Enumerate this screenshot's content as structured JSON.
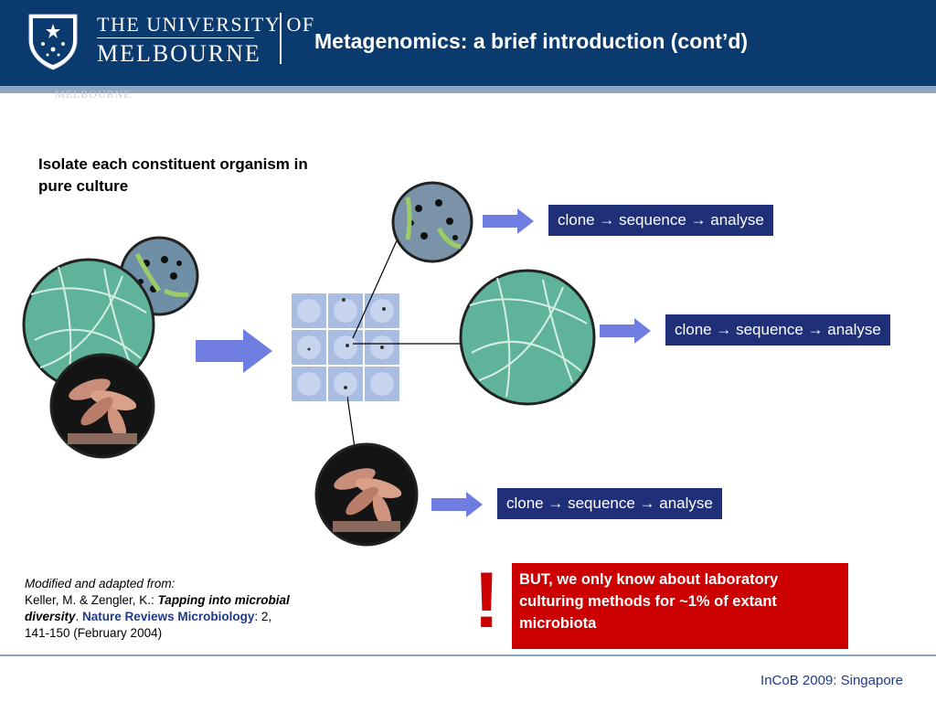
{
  "header": {
    "university_line1": "THE UNIVERSITY OF",
    "university_line2": "MELBOURNE",
    "title": "Metagenomics: a brief introduction (cont’d)",
    "ghost_text": "MELBOURNE"
  },
  "main": {
    "heading": "Isolate each constituent organism in pure culture",
    "pipelines": [
      {
        "text": "clone → sequence → analyse"
      },
      {
        "text": "clone → sequence → analyse"
      },
      {
        "text": "clone → sequence → analyse"
      }
    ]
  },
  "citation": {
    "intro": "Modified and  adapted from:",
    "authors": "Keller, M. & Zengler, K.: ",
    "article": "Tapping into microbial diversity",
    "sep": ". ",
    "journal": "Nature Reviews Microbiology",
    "details": ": 2, 141-150 (February 2004)"
  },
  "warning": {
    "symbol": "!",
    "text": "BUT, we only know about laboratory culturing methods for ~1% of extant microbiota"
  },
  "footer": {
    "text": "InCoB 2009: Singapore"
  },
  "colors": {
    "header_bg": "#0b3a6e",
    "pill_bg": "#1f2f78",
    "arrow": "#7b82d8",
    "warning_bg": "#cc0000"
  },
  "icons": [
    "university-crest-icon",
    "right-arrow-icon"
  ]
}
